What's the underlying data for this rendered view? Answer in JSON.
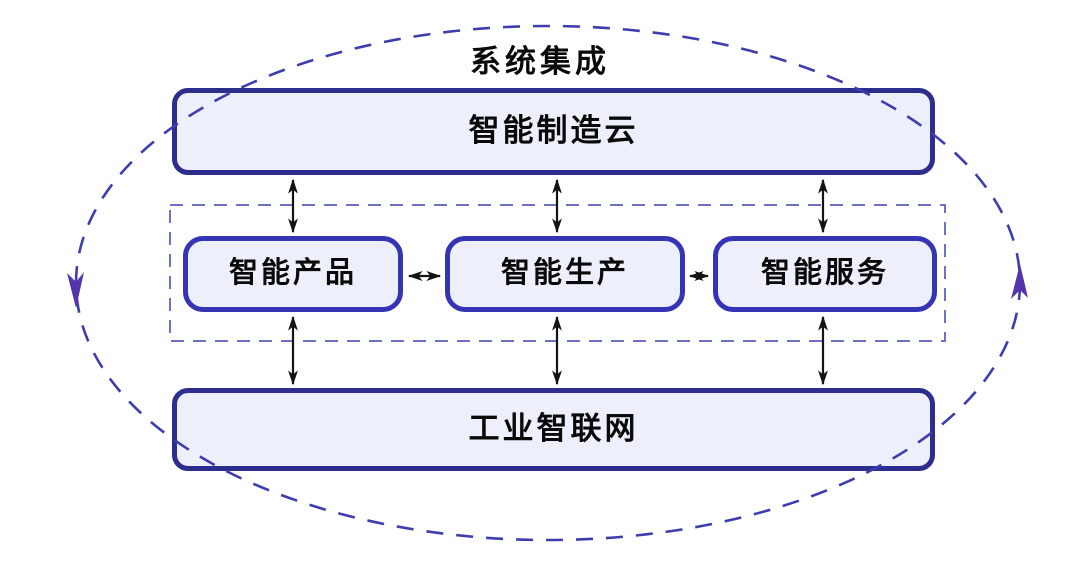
{
  "diagram": {
    "title": "系统集成",
    "boxes": {
      "cloud": "智能制造云",
      "products": "智能产品",
      "production": "智能生产",
      "services": "智能服务",
      "network": "工业智联网"
    }
  },
  "icons": {
    "vertical_arrows": "double-headed-arrow",
    "horizontal_arrows": "double-headed-arrow",
    "boundary": "dashed-ellipse-cycle"
  },
  "colors": {
    "background": "#ffffff",
    "text": "#0a0a0a",
    "box-fill": "#edeffa",
    "big-border": "#2d2d8e",
    "small-border": "#3434b4",
    "ellipse": "#3d3daf",
    "ellipse-arrow": "#5533ad",
    "dash-rect": "#6b72c4",
    "arrow": "#141414"
  }
}
